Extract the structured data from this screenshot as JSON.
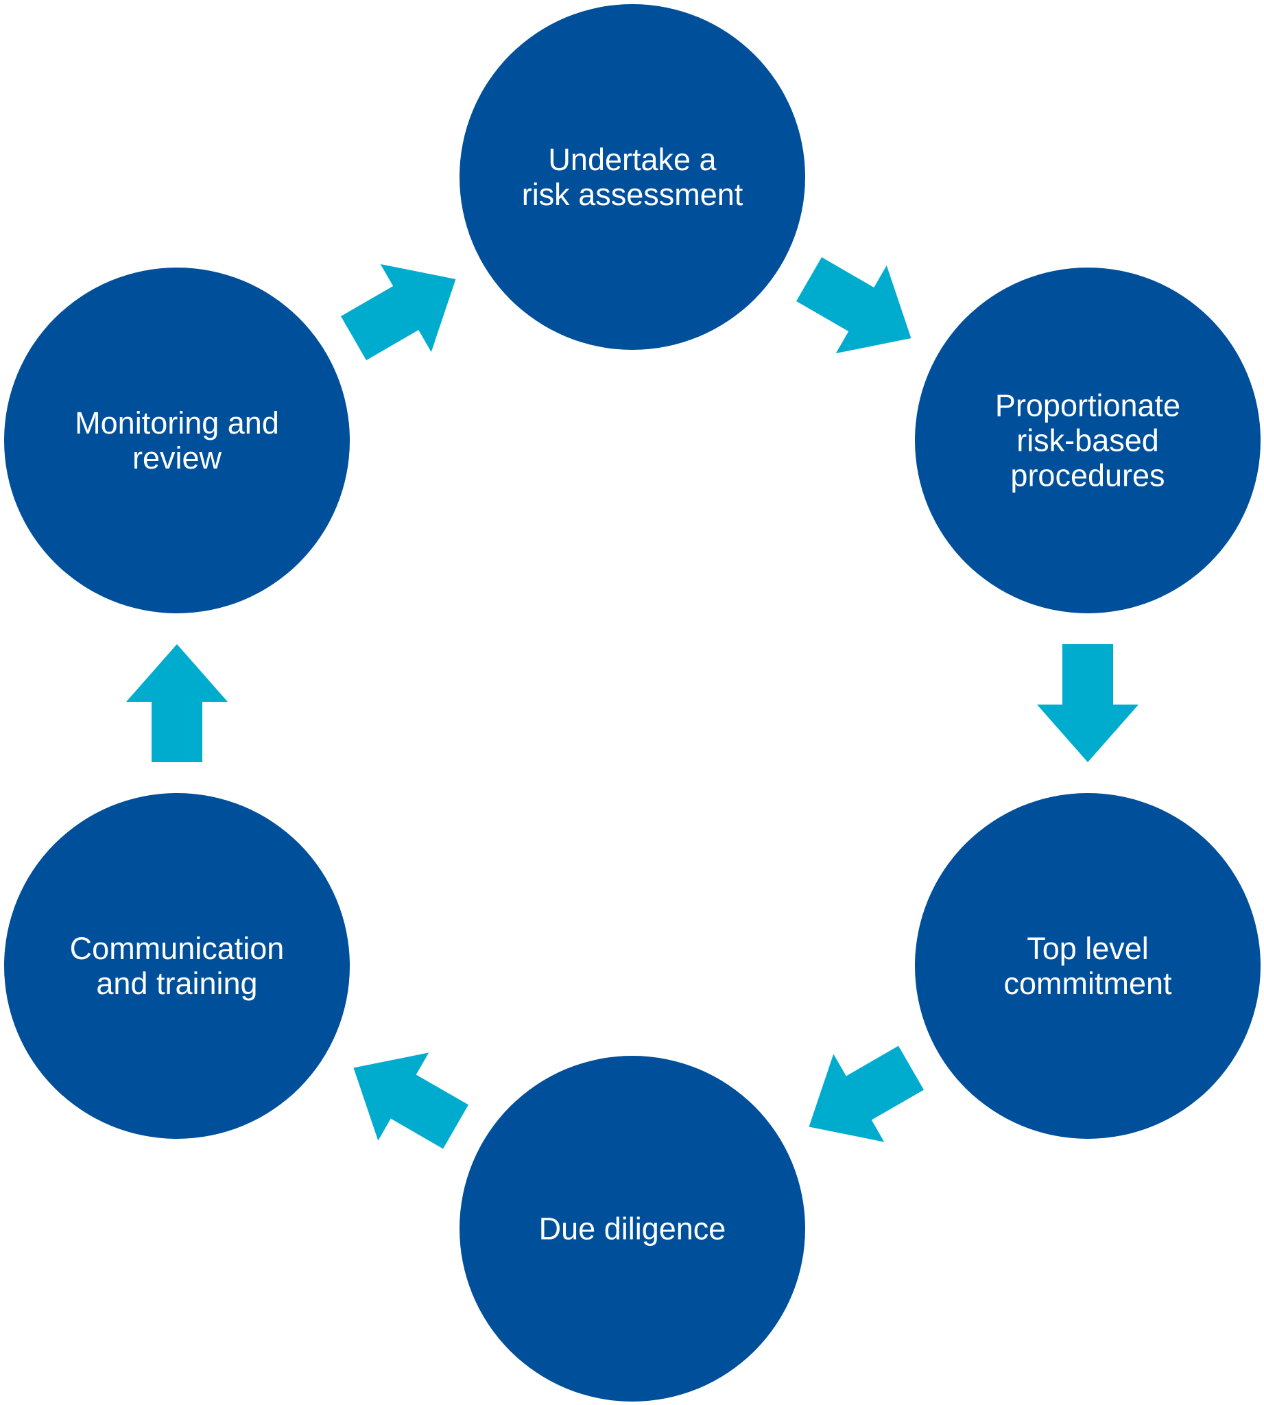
{
  "colors": {
    "circle": "#004f9a",
    "arrow": "#00acce",
    "text": "#ffffff",
    "background": "#ffffff"
  },
  "steps": [
    {
      "id": "risk-assessment",
      "lines": [
        "Undertake a",
        "risk assessment"
      ]
    },
    {
      "id": "proportionate-procedures",
      "lines": [
        "Proportionate",
        "risk-based",
        "procedures"
      ]
    },
    {
      "id": "top-level-commitment",
      "lines": [
        "Top level",
        "commitment"
      ]
    },
    {
      "id": "due-diligence",
      "lines": [
        "Due diligence"
      ]
    },
    {
      "id": "communication-training",
      "lines": [
        "Communication",
        "and training"
      ]
    },
    {
      "id": "monitoring-review",
      "lines": [
        "Monitoring and",
        "review"
      ]
    }
  ],
  "flow": [
    {
      "from": "risk-assessment",
      "to": "proportionate-procedures",
      "icon": "arrow-icon"
    },
    {
      "from": "proportionate-procedures",
      "to": "top-level-commitment",
      "icon": "arrow-icon"
    },
    {
      "from": "top-level-commitment",
      "to": "due-diligence",
      "icon": "arrow-icon"
    },
    {
      "from": "due-diligence",
      "to": "communication-training",
      "icon": "arrow-icon"
    },
    {
      "from": "communication-training",
      "to": "monitoring-review",
      "icon": "arrow-icon"
    },
    {
      "from": "monitoring-review",
      "to": "risk-assessment",
      "icon": "arrow-icon"
    }
  ]
}
